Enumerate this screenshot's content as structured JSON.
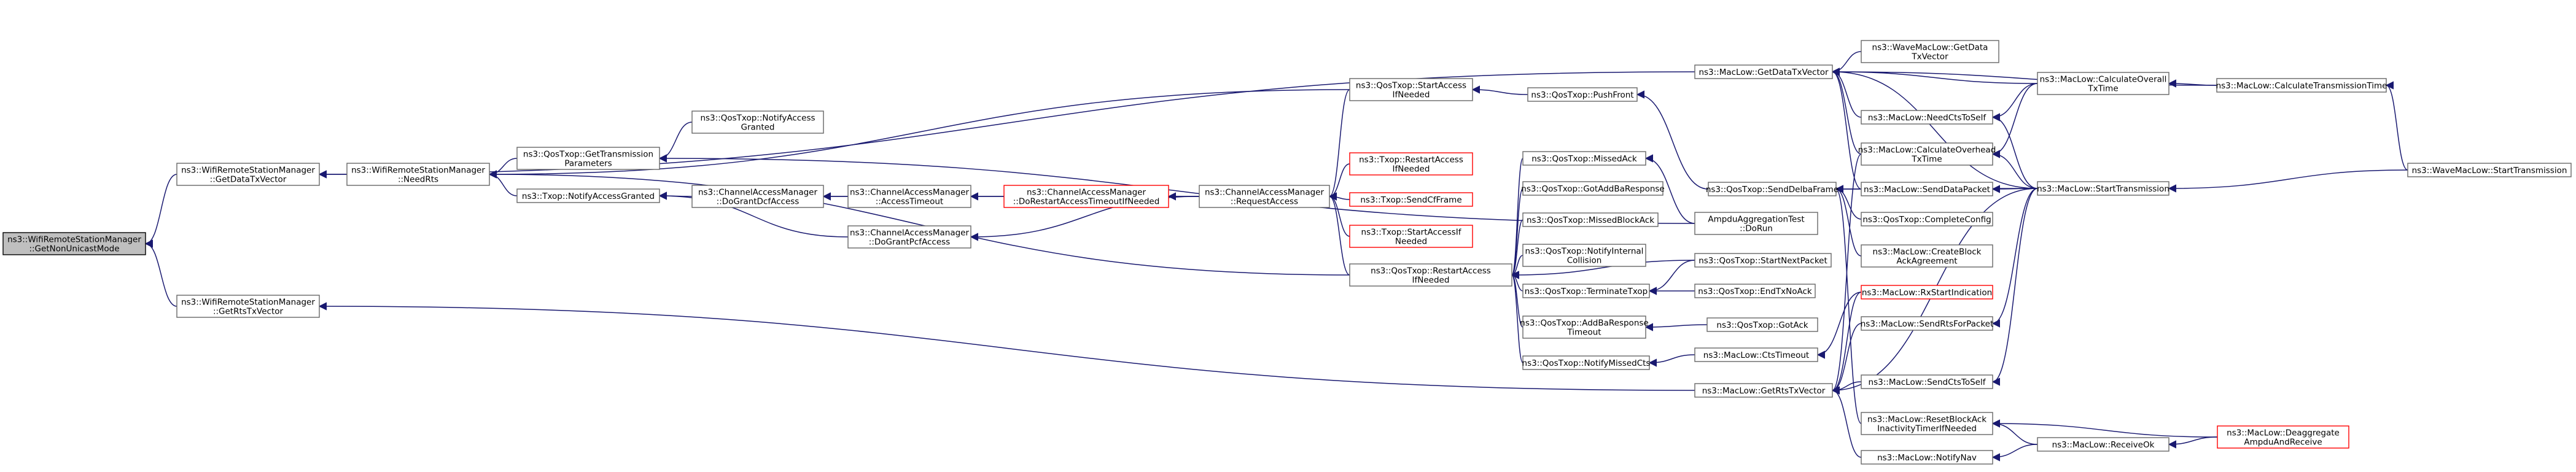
{
  "nodes": {
    "root": [
      "ns3::WifiRemoteStationManager",
      "::GetNonUnicastMode"
    ],
    "getDataTxVector": [
      "ns3::WifiRemoteStationManager",
      "::GetDataTxVector"
    ],
    "getRtsTxVector": [
      "ns3::WifiRemoteStationManager",
      "::GetRtsTxVector"
    ],
    "needRts": [
      "ns3::WifiRemoteStationManager",
      "::NeedRts"
    ],
    "qosGetTransmissionParams": [
      "ns3::QosTxop::GetTransmission",
      "Parameters"
    ],
    "txopNotifyAccessGranted": [
      "ns3::Txop::NotifyAccessGranted"
    ],
    "qosNotifyAccessGranted": [
      "ns3::QosTxop::NotifyAccess",
      "Granted"
    ],
    "camDoGrantDcfAccess": [
      "ns3::ChannelAccessManager",
      "::DoGrantDcfAccess"
    ],
    "camAccessTimeout": [
      "ns3::ChannelAccessManager",
      "::AccessTimeout"
    ],
    "camDoRestartAccessTimeout": [
      "ns3::ChannelAccessManager",
      "::DoRestartAccessTimeoutIfNeeded"
    ],
    "camDoGrantPcfAccess": [
      "ns3::ChannelAccessManager",
      "::DoGrantPcfAccess"
    ],
    "camRequestAccess": [
      "ns3::ChannelAccessManager",
      "::RequestAccess"
    ],
    "qosStartAccessIfNeeded": [
      "ns3::QosTxop::StartAccess",
      "IfNeeded"
    ],
    "txopRestartAccessIfNeeded": [
      "ns3::Txop::RestartAccess",
      "IfNeeded"
    ],
    "txopSendCfFrame": [
      "ns3::Txop::SendCfFrame"
    ],
    "txopStartAccessIfNeeded": [
      "ns3::Txop::StartAccessIf",
      "Needed"
    ],
    "qosRestartAccessIfNeeded": [
      "ns3::QosTxop::RestartAccess",
      "IfNeeded"
    ],
    "qosPushFront": [
      "ns3::QosTxop::PushFront"
    ],
    "qosMissedAck": [
      "ns3::QosTxop::MissedAck"
    ],
    "qosGotAddBaResponse": [
      "ns3::QosTxop::GotAddBaResponse"
    ],
    "qosMissedBlockAck": [
      "ns3::QosTxop::MissedBlockAck"
    ],
    "qosNotifyInternalCollision": [
      "ns3::QosTxop::NotifyInternal",
      "Collision"
    ],
    "qosTerminateTxop": [
      "ns3::QosTxop::TerminateTxop"
    ],
    "qosAddBaResponseTimeout": [
      "ns3::QosTxop::AddBaResponse",
      "Timeout"
    ],
    "qosNotifyMissedCts": [
      "ns3::QosTxop::NotifyMissedCts"
    ],
    "qosSendDelbaFrame": [
      "ns3::QosTxop::SendDelbaFrame"
    ],
    "ampduAggregationTest": [
      "AmpduAggregationTest",
      "::DoRun"
    ],
    "qosStartNextPacket": [
      "ns3::QosTxop::StartNextPacket"
    ],
    "qosEndTxNoAck": [
      "ns3::QosTxop::EndTxNoAck"
    ],
    "qosGotAck": [
      "ns3::QosTxop::GotAck"
    ],
    "macCtsTimeout": [
      "ns3::MacLow::CtsTimeout"
    ],
    "macGetDataTxVector": [
      "ns3::MacLow::GetDataTxVector"
    ],
    "macGetRtsTxVector": [
      "ns3::MacLow::GetRtsTxVector"
    ],
    "waveGetDataTxVector": [
      "ns3::WaveMacLow::GetData",
      "TxVector"
    ],
    "macNeedCtsToSelf": [
      "ns3::MacLow::NeedCtsToSelf"
    ],
    "macCalculateOverheadTxTime": [
      "ns3::MacLow::CalculateOverhead",
      "TxTime"
    ],
    "macSendDataPacket": [
      "ns3::MacLow::SendDataPacket"
    ],
    "qosCompleteConfig": [
      "ns3::QosTxop::CompleteConfig"
    ],
    "macCreateBlockAckAgreement": [
      "ns3::MacLow::CreateBlock",
      "AckAgreement"
    ],
    "macRxStartIndication": [
      "ns3::MacLow::RxStartIndication"
    ],
    "macSendRtsForPacket": [
      "ns3::MacLow::SendRtsForPacket"
    ],
    "macSendCtsToSelf": [
      "ns3::MacLow::SendCtsToSelf"
    ],
    "macResetBlockAck": [
      "ns3::MacLow::ResetBlockAck",
      "InactivityTimerIfNeeded"
    ],
    "macNotifyNav": [
      "ns3::MacLow::NotifyNav"
    ],
    "macCalculateOverallTxTime": [
      "ns3::MacLow::CalculateOverall",
      "TxTime"
    ],
    "macStartTransmission": [
      "ns3::MacLow::StartTransmission"
    ],
    "macReceiveOk": [
      "ns3::MacLow::ReceiveOk"
    ],
    "macCalculateTransmissionTime": [
      "ns3::MacLow::CalculateTransmissionTime"
    ],
    "waveStartTransmission": [
      "ns3::WaveMacLow::StartTransmission"
    ],
    "macDeaggregateAmpduAndReceive": [
      "ns3::MacLow::Deaggregate",
      "AmpduAndReceive"
    ]
  },
  "colors": {
    "edge": "#191970",
    "node_border": "#666666",
    "highlight_border": "#ff0000",
    "root_fill": "#bfbfbf"
  }
}
